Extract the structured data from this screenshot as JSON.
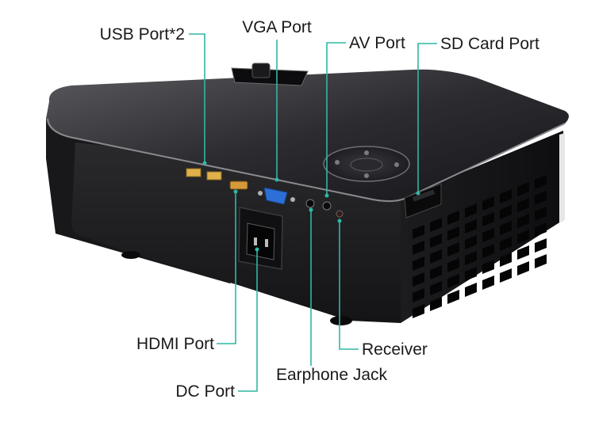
{
  "labels": {
    "usb": "USB Port*2",
    "vga": "VGA Port",
    "av": "AV Port",
    "sd": "SD Card Port",
    "hdmi": "HDMI Port",
    "dc": "DC Port",
    "earphone": "Earphone Jack",
    "receiver": "Receiver"
  },
  "colors": {
    "leader_line": "#2fb7a4",
    "body": "#1c1c1e",
    "label_text": "#1a1a1a",
    "usb_port": "#e0b14a",
    "vga_port": "#2c6fd6"
  }
}
